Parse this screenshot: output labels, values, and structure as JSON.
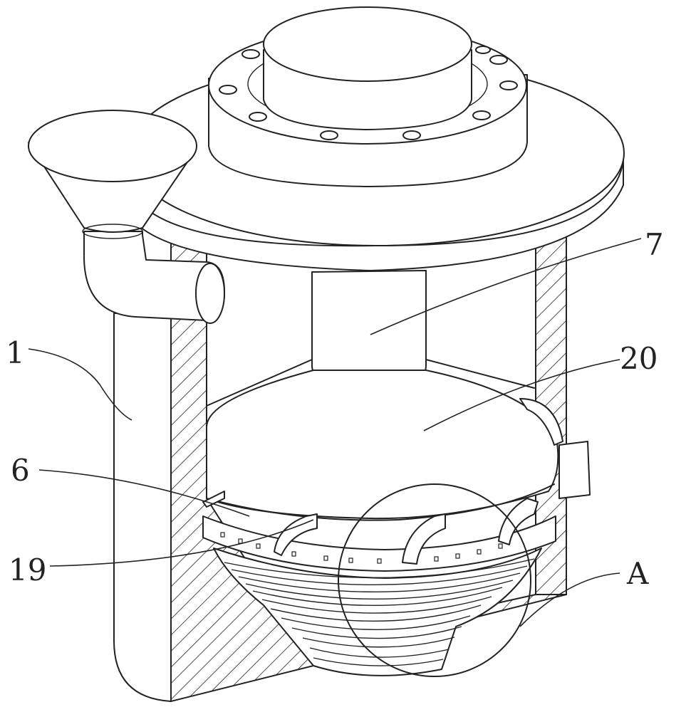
{
  "labels": {
    "part_1": "1",
    "part_6": "6",
    "part_7": "7",
    "part_19": "19",
    "part_20": "20",
    "detail_A": "A"
  },
  "colors": {
    "line": "#222222",
    "background": "#ffffff"
  }
}
